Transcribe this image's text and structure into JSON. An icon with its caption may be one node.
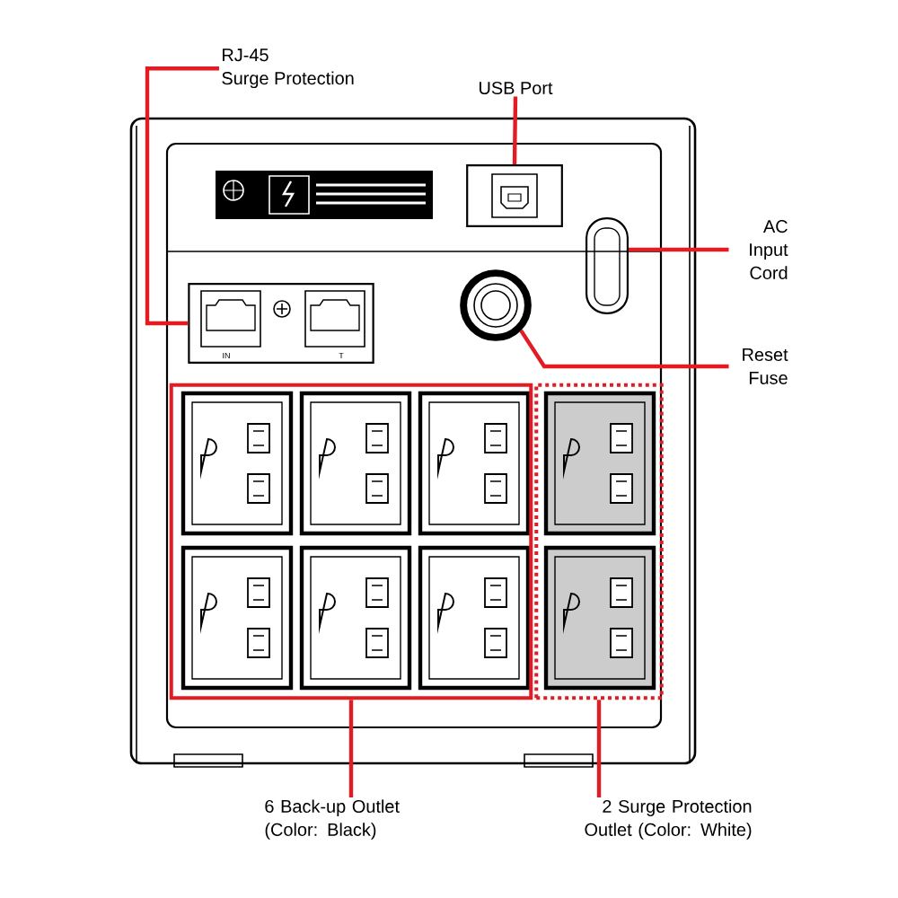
{
  "diagram": {
    "nodes": [
      {
        "text": [
          "RJ-45",
          "Surge Protection"
        ]
      },
      {
        "text": [
          "USB Port"
        ]
      },
      {
        "text": [
          "AC Input Cord"
        ]
      },
      {
        "text": [
          "Reset Fuse"
        ]
      },
      {
        "text": [
          "6 Back-up Outlet (Color: Black)"
        ]
      },
      {
        "text": [
          "2 Surge Protection Outlet (Color: White)"
        ]
      },
      {
        "text": [
          "IN",
          "T"
        ]
      },
      {
        "text": [],
        "shape": "box"
      },
      {
        "text": [],
        "shape": "plug"
      },
      {
        "text": [],
        "shape": "circle"
      },
      {
        "text": [],
        "shape": "box"
      },
      {
        "text": [],
        "shape": "box"
      }
    ],
    "edges": [
      {
        "from": 0,
        "to": 6,
        "arrow": "none"
      },
      {
        "from": 1,
        "to": 7,
        "arrow": "none"
      },
      {
        "from": 2,
        "to": 8,
        "arrow": "none"
      },
      {
        "from": 3,
        "to": 9,
        "arrow": "none"
      },
      {
        "from": 4,
        "to": 10,
        "arrow": "none"
      },
      {
        "from": 5,
        "to": 11,
        "arrow": "none"
      }
    ]
  }
}
